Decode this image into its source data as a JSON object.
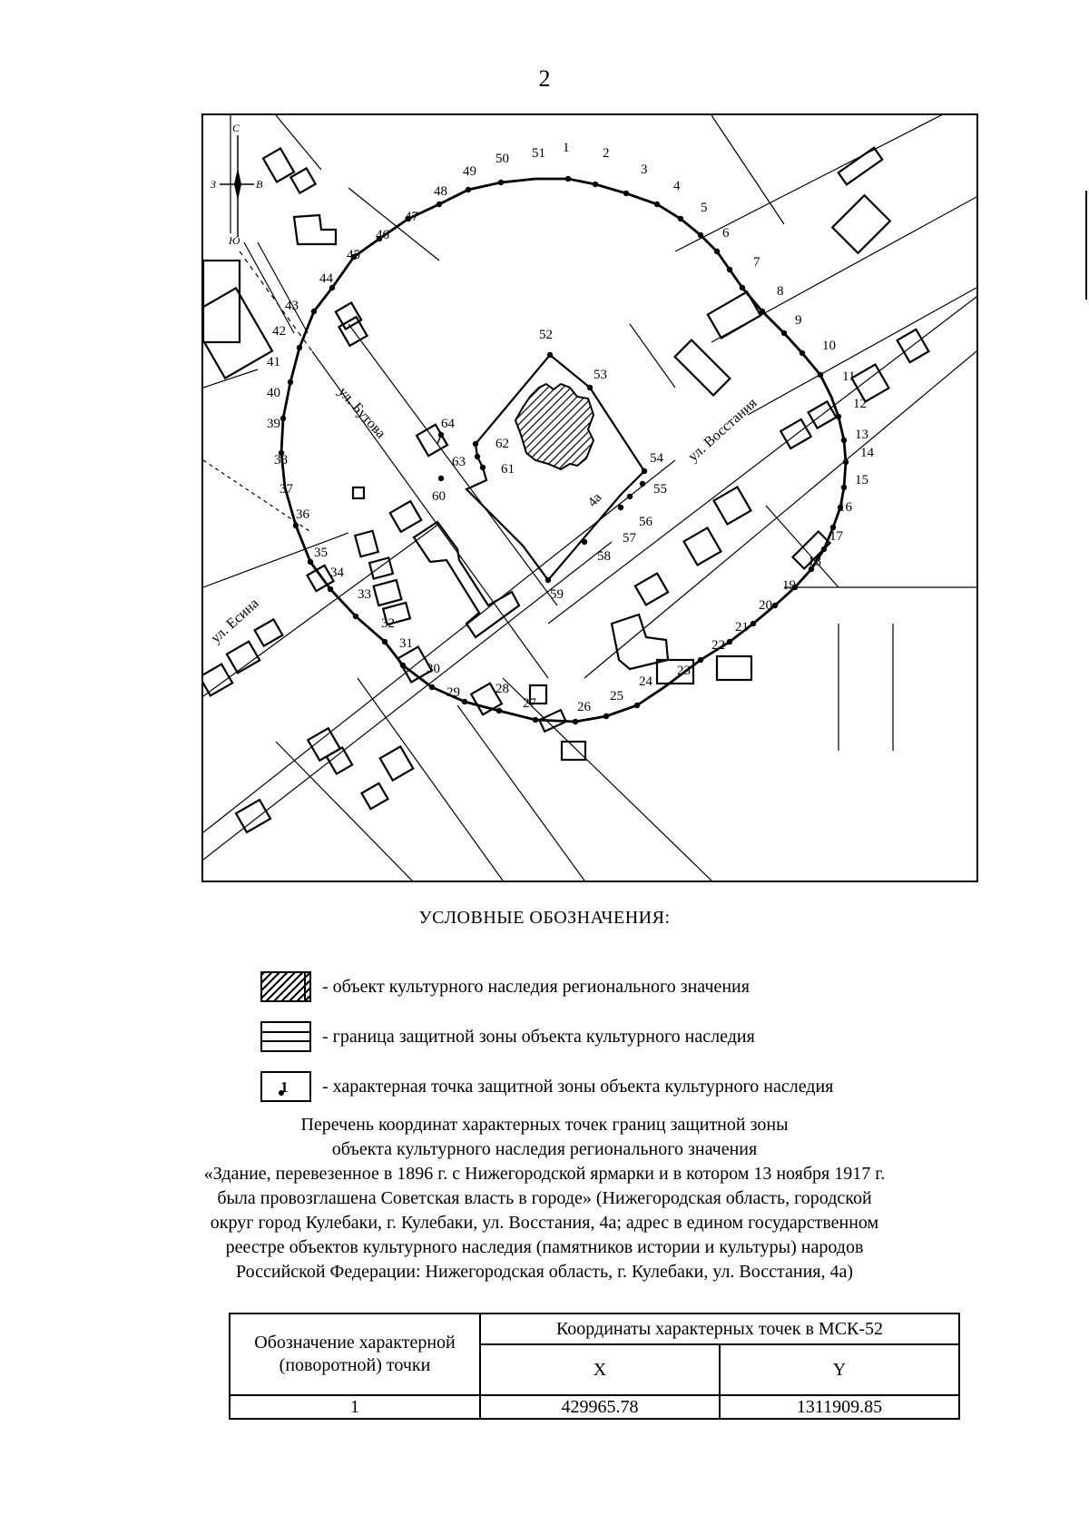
{
  "page_number": "2",
  "map": {
    "street_labels": {
      "butova": "ул. Бутова",
      "vosstaniya": "ул. Восстания",
      "esina": "ул. Есина"
    },
    "compass": {
      "north": "С",
      "south": "Ю",
      "west": "З",
      "east": "В"
    },
    "object_label": "4а",
    "boundary_point_numbers": [
      "1",
      "2",
      "3",
      "4",
      "5",
      "6",
      "7",
      "8",
      "9",
      "10",
      "11",
      "12",
      "13",
      "14",
      "15",
      "16",
      "17",
      "18",
      "19",
      "20",
      "21",
      "22",
      "23",
      "24",
      "25",
      "26",
      "27",
      "28",
      "29",
      "30",
      "31",
      "32",
      "33",
      "34",
      "35",
      "36",
      "37",
      "38",
      "39",
      "40",
      "41",
      "42",
      "43",
      "44",
      "45",
      "46",
      "47",
      "48",
      "49",
      "50",
      "51"
    ],
    "inner_point_numbers": [
      "52",
      "53",
      "54",
      "55",
      "56",
      "57",
      "58",
      "59",
      "60",
      "61",
      "62",
      "63",
      "64"
    ]
  },
  "legend": {
    "title": "УСЛОВНЫЕ ОБОЗНАЧЕНИЯ:",
    "items": [
      {
        "text": "- объект культурного наследия регионального значения"
      },
      {
        "text": "- граница защитной зоны объекта культурного наследия"
      },
      {
        "text": "- характерная точка защитной зоны объекта культурного наследия",
        "symbol_text": "1"
      }
    ]
  },
  "caption": {
    "lines": [
      "Перечень координат характерных точек границ защитной зоны",
      "объекта культурного наследия регионального значения",
      "«Здание, перевезенное в 1896 г. с Нижегородской ярмарки и в котором 13 ноября 1917 г.",
      "была провозглашена Советская власть в городе» (Нижегородская область, городской",
      "округ город Кулебаки, г. Кулебаки, ул. Восстания, 4а; адрес в едином государственном",
      "реестре объектов культурного наследия (памятников истории и культуры) народов",
      "Российской Федерации: Нижегородская область, г. Кулебаки, ул. Восстания, 4а)"
    ]
  },
  "table": {
    "header_point": "Обозначение характерной (поворотной) точки",
    "header_coords": "Координаты характерных точек в МСК-52",
    "header_x": "X",
    "header_y": "Y",
    "rows": [
      {
        "point": "1",
        "x": "429965.78",
        "y": "1311909.85"
      }
    ]
  }
}
